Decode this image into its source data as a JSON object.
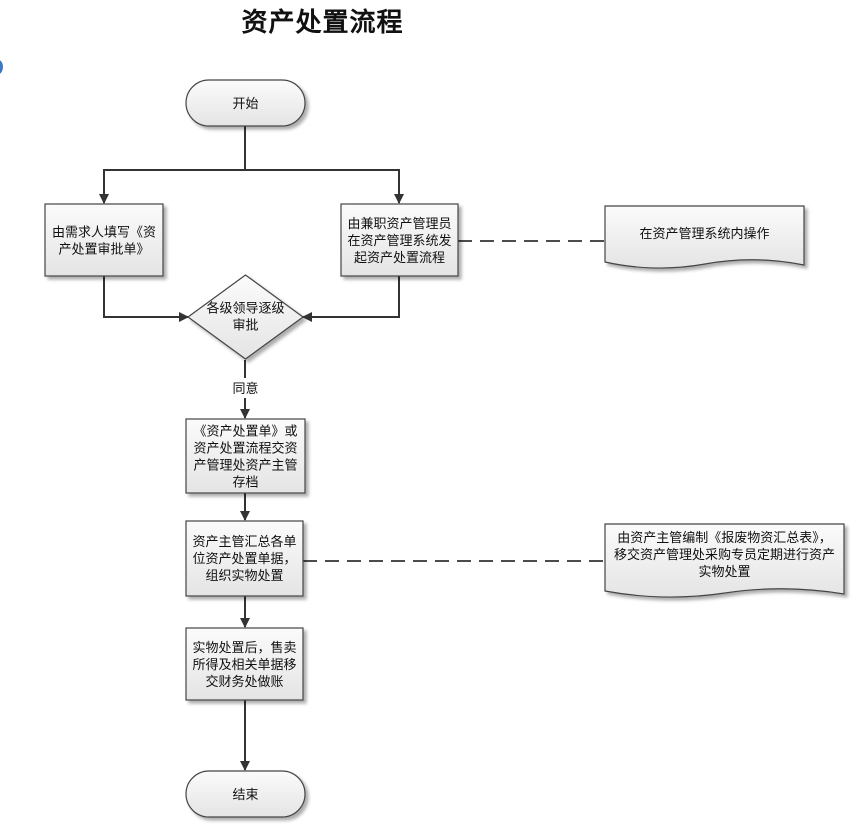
{
  "title": "资产处置流程",
  "nodes": {
    "start": [
      "开始"
    ],
    "request_form": [
      "由需求人填写《资",
      "产处置审批单》"
    ],
    "system_initiate": [
      "由兼职资产管理员",
      "在资产管理系统发",
      "起资产处置流程"
    ],
    "system_note": [
      "在资产管理系统内操作"
    ],
    "approval": [
      "各级领导逐级",
      "审批"
    ],
    "archive": [
      "《资产处置单》或",
      "资产处置流程交资",
      "产管理处资产主管",
      "存档"
    ],
    "summarize": [
      "资产主管汇总各单",
      "位资产处置单据，",
      "组织实物处置"
    ],
    "summary_note": [
      "由资产主管编制《报废物资汇总表》，",
      "移交资产管理处采购专员定期进行资产",
      "实物处置"
    ],
    "after_disposal": [
      "实物处置后，售卖",
      "所得及相关单据移",
      "交财务处做账"
    ],
    "end": [
      "结束"
    ]
  },
  "edge_labels": {
    "agree": "同意"
  }
}
